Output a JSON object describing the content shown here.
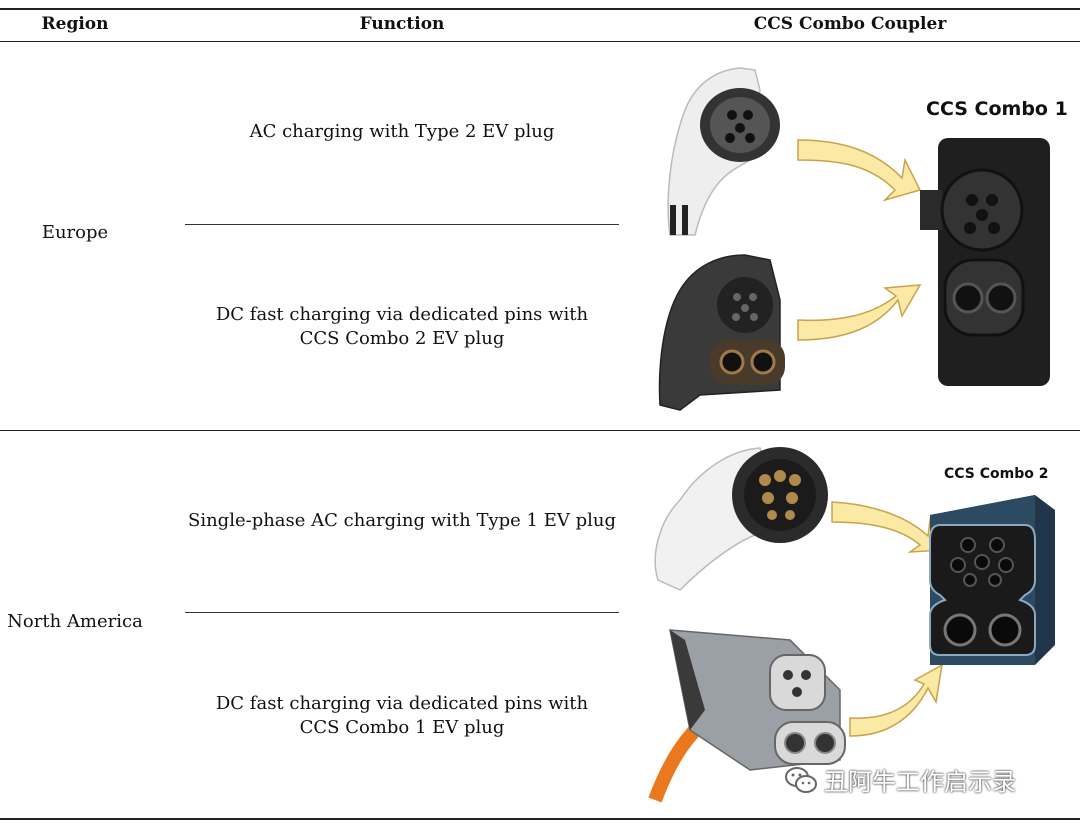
{
  "header": {
    "col_region": "Region",
    "col_function": "Function",
    "col_coupler": "CCS Combo Coupler"
  },
  "rows": [
    {
      "region": "Europe",
      "functions": [
        "AC charging with Type 2 EV plug",
        "DC fast charging via dedicated pins with CCS Combo 2 EV plug"
      ],
      "figure_title": "CCS Combo 1"
    },
    {
      "region": "North America",
      "functions": [
        "Single-phase AC charging with Type 1 EV plug",
        "DC fast charging via dedicated pins with CCS Combo 1 EV plug"
      ],
      "figure_title": "CCS Combo 2"
    }
  ],
  "watermark": "丑阿牛工作启示录",
  "colors": {
    "arrow_fill": "#fbe9a6",
    "arrow_stroke": "#c9a34a",
    "plug_white": "#f1f1f1",
    "plug_dark": "#2b2b2b",
    "socket_blue": "#22364a",
    "cable_orange": "#e9781e"
  }
}
